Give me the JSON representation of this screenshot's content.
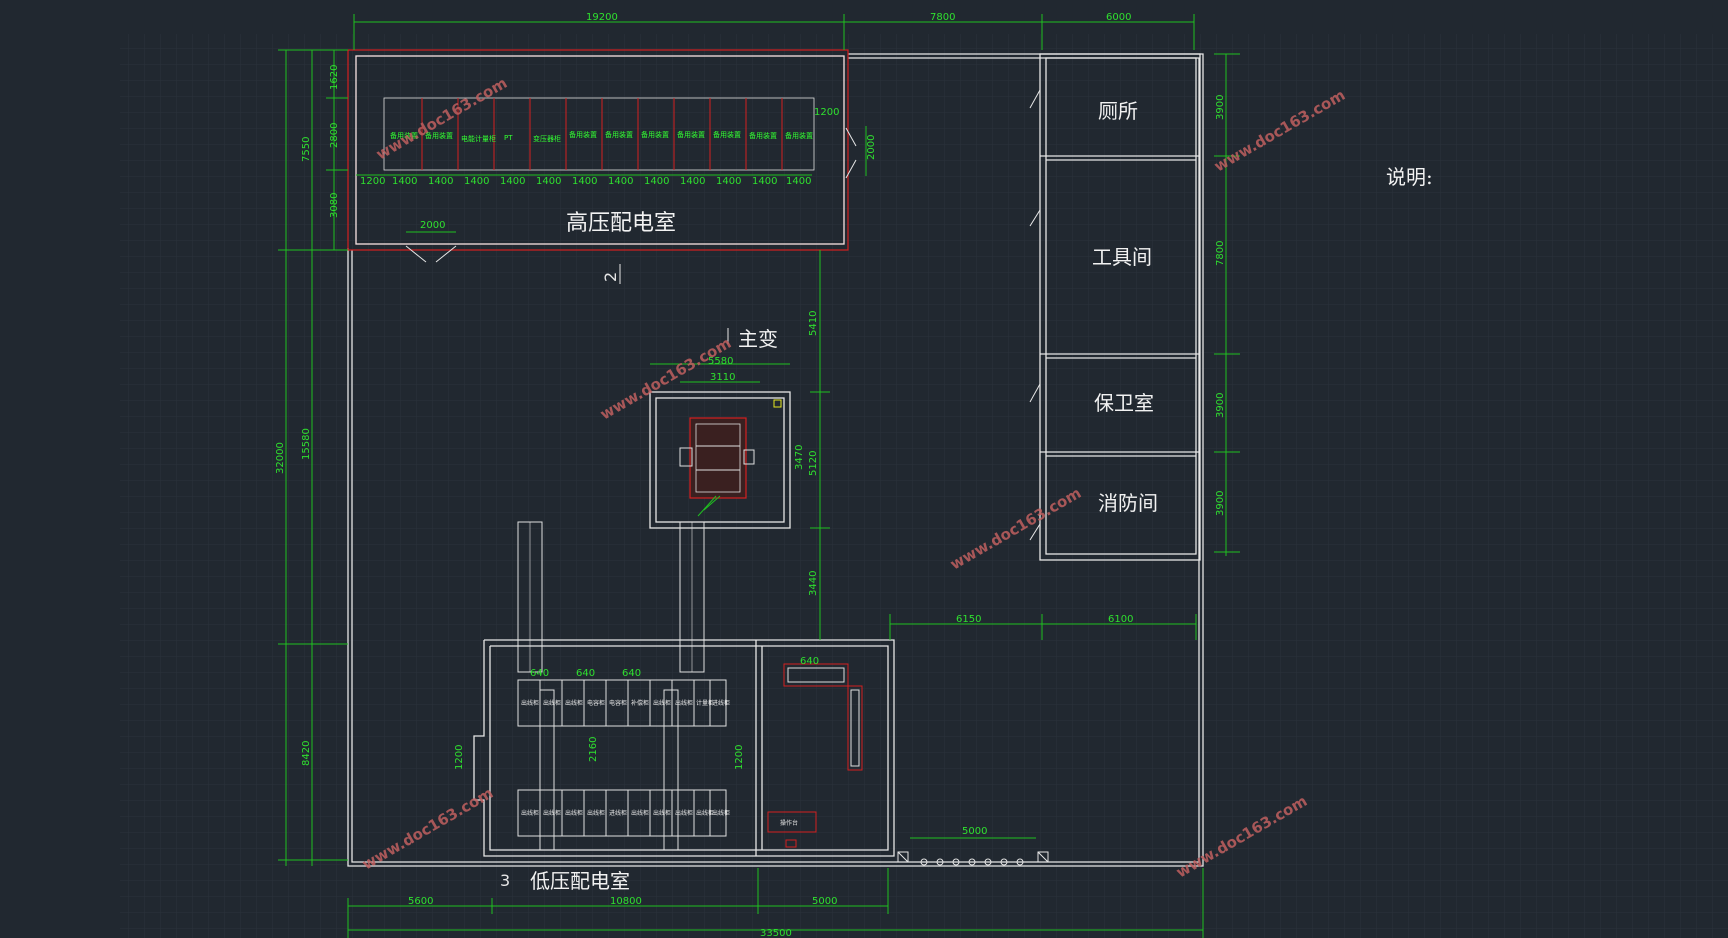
{
  "rooms": {
    "hv_room": "高压配电室",
    "main_transformer": "主变",
    "lv_room": "低压配电室",
    "toilet": "厕所",
    "tool_room": "工具间",
    "guard_room": "保卫室",
    "fire_room": "消防间"
  },
  "note_label": "说明:",
  "markers": {
    "m2": "2",
    "m3": "3"
  },
  "hv_cabinets": [
    "备用装置",
    "备用装置",
    "电能计量柜",
    "PT",
    "变压器柜",
    "备用装置",
    "备用装置",
    "备用装置",
    "备用装置",
    "备用装置",
    "备用装置",
    "备用装置"
  ],
  "top_dims": {
    "d1": "19200",
    "d2": "7800",
    "d3": "6000"
  },
  "hv_dims": {
    "first": "1200",
    "cab": "1400",
    "side": "1200",
    "h1": "1620",
    "h2": "2800",
    "h3": "3080",
    "total_v": "7550",
    "door": "2000",
    "door_v": "2000"
  },
  "left_dims": {
    "total": "32000",
    "mid": "15580",
    "low": "8420"
  },
  "right_dims": [
    "3900",
    "7800",
    "3900",
    "3900"
  ],
  "transformer_dims": {
    "w": "5580",
    "inner": "3110",
    "v1": "5410",
    "v2": "5120",
    "v3": "3440",
    "v4": "3470"
  },
  "right_mid_dims": {
    "a": "6150",
    "b": "6100",
    "gate": "5000"
  },
  "bottom_dims": {
    "a": "5600",
    "b": "10800",
    "c": "5000",
    "total": "33500"
  },
  "lv_dims": {
    "top": "640",
    "left": "1200",
    "side": "1200",
    "mid": "2160"
  },
  "lv_cabinets_top": [
    "出线柜",
    "出线柜",
    "出线柜",
    "电容柜",
    "电容柜",
    "补偿柜",
    "出线柜",
    "出线柜",
    "计量柜",
    "进线柜"
  ],
  "lv_cabinets_bottom": [
    "出线柜",
    "出线柜",
    "出线柜",
    "出线柜",
    "进线柜",
    "出线柜",
    "出线柜",
    "出线柜",
    "出线柜",
    "出线柜"
  ],
  "control_label": "操作台",
  "watermark": "www.doc163.com"
}
